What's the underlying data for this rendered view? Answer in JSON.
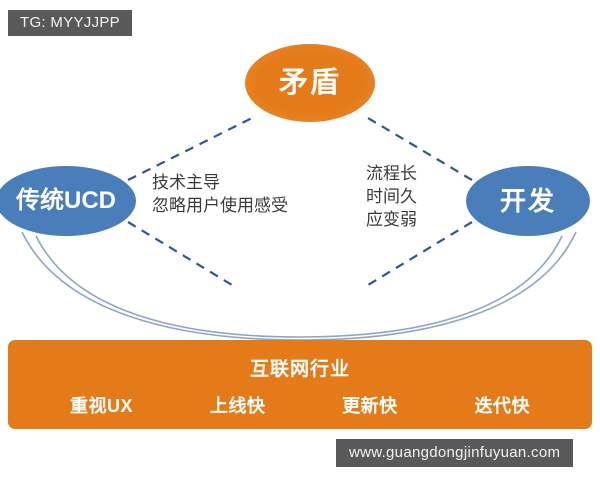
{
  "watermarks": {
    "top_left": "TG: MYYJJPP",
    "bottom_right": "www.guangdongjinfuyuan.com"
  },
  "colors": {
    "orange": "#E57B18",
    "blue": "#4A7EBB",
    "dashed_line": "#2F5597",
    "curve_line": "#8FA5C4",
    "watermark_bg": "#595959",
    "text_dark": "#3a3a3a",
    "white": "#ffffff"
  },
  "nodes": {
    "contradiction": {
      "label": "矛盾",
      "shape": "ellipse",
      "color": "#E57B18"
    },
    "traditional_ucd": {
      "label": "传统UCD",
      "shape": "ellipse",
      "color": "#4A7EBB"
    },
    "development": {
      "label": "开发",
      "shape": "ellipse",
      "color": "#4A7EBB"
    }
  },
  "annotations": {
    "left": "技术主导\n忽略用户使用感受",
    "right": "流程长\n时间久\n应变弱"
  },
  "industry_bar": {
    "title": "互联网行业",
    "traits": [
      "重视UX",
      "上线快",
      "更新快",
      "迭代快"
    ]
  },
  "connectors": {
    "dashed_left": "traditional_ucd -> contradiction",
    "dashed_right": "development -> contradiction",
    "dashed_left_down": "traditional_ucd -> center",
    "dashed_right_down": "development -> center",
    "curve_left": "traditional_ucd -> industry_bar",
    "curve_right": "development -> industry_bar"
  }
}
